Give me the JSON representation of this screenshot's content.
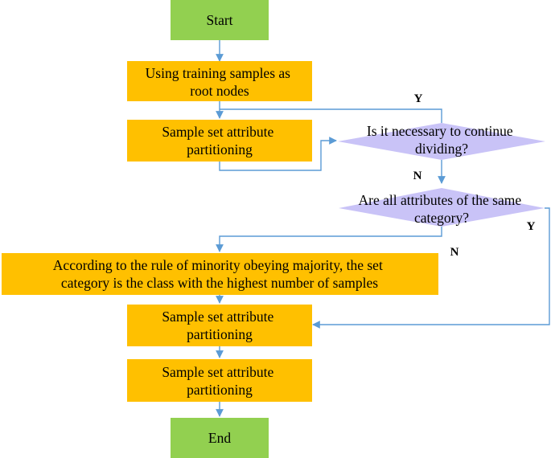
{
  "colors": {
    "terminal_fill": "#92d050",
    "process_fill": "#ffc000",
    "decision_fill": "#c9c3f7",
    "connector": "#5b9bd5"
  },
  "nodes": {
    "start": "Start",
    "root_nodes": [
      "Using training samples as",
      "root nodes"
    ],
    "partition_1": [
      "Sample set attribute",
      "partitioning"
    ],
    "decision_continue": [
      "Is it necessary to continue",
      "dividing?"
    ],
    "decision_same_category": [
      "Are all attributes of the same",
      "category?"
    ],
    "majority_rule": [
      "According to the rule of minority obeying majority, the set",
      "category is the class with the highest number of samples"
    ],
    "partition_2": [
      "Sample set attribute",
      "partitioning"
    ],
    "partition_3": [
      "Sample set attribute",
      "partitioning"
    ],
    "end": "End"
  },
  "edge_labels": {
    "continue_yes": "Y",
    "continue_no": "N",
    "same_category_yes": "Y",
    "same_category_no": "N"
  }
}
